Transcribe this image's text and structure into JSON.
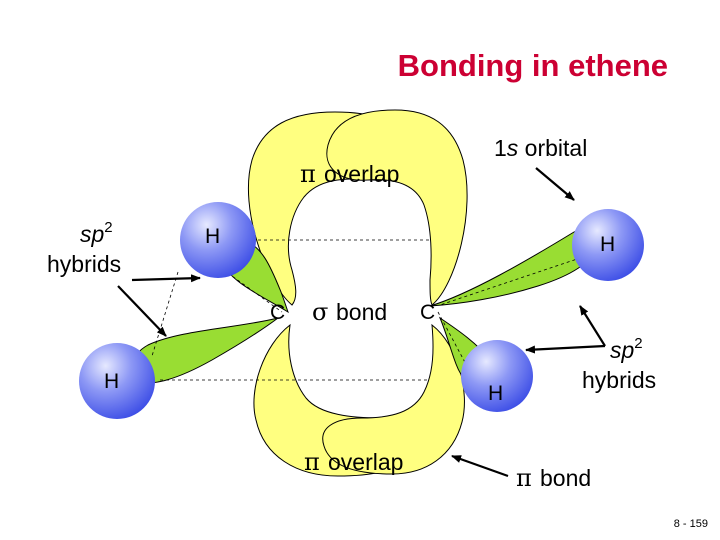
{
  "title": "Bonding in ethene",
  "labels": {
    "pi_overlap_top": "overlap",
    "pi_overlap_bottom": "overlap",
    "one_s_number": "1",
    "one_s_italic": "s",
    "one_s_rest": " orbital",
    "sp2_left_base": "sp",
    "sp2_left_sup": "2",
    "hybrids_left": "hybrids",
    "sp2_right_base": "sp",
    "sp2_right_sup": "2",
    "hybrids_right": "hybrids",
    "sigma_bond": "bond",
    "pi_bond": "bond",
    "page_number": "8 - 159"
  },
  "symbols": {
    "pi": "π",
    "sigma": "σ"
  },
  "atoms": {
    "carbon_left": "C",
    "carbon_right": "C",
    "hydrogen_top_left": "H",
    "hydrogen_top_right": "H",
    "hydrogen_bottom_left": "H",
    "hydrogen_bottom_right": "H"
  },
  "colors": {
    "title": "#cc0033",
    "p_orbital_fill": "#ffff80",
    "sp2_fill": "#99dd33",
    "hydrogen_fill": "#5a6af0",
    "hydrogen_highlight": "#dfe4ff",
    "outline": "#000000"
  }
}
